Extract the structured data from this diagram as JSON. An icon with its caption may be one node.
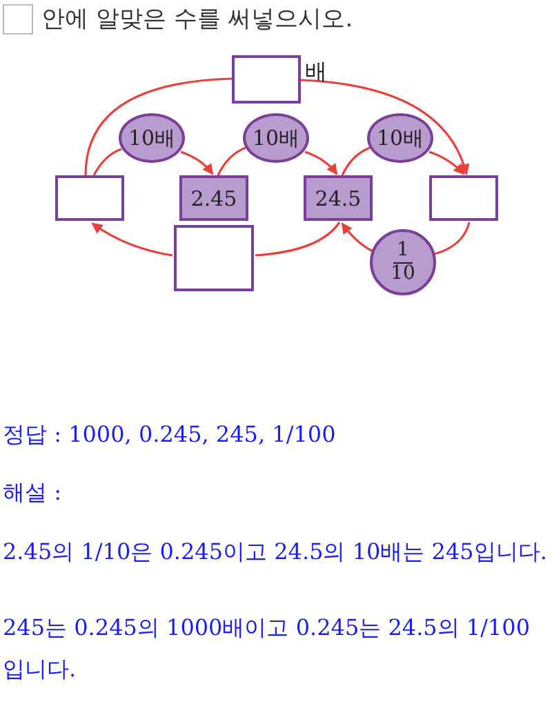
{
  "diagram": {
    "title": "안에 알맞은 수를 써넣으시오.",
    "nodes": [
      {
        "text": [],
        "shape": "box",
        "beside": [
          "배"
        ]
      },
      {
        "text": [],
        "shape": "box"
      },
      {
        "text": [
          "10배"
        ]
      },
      {
        "text": [
          "2.45"
        ]
      },
      {
        "text": [
          "10배"
        ]
      },
      {
        "text": [
          "24.5"
        ]
      },
      {
        "text": [
          "10배"
        ]
      },
      {
        "text": [],
        "shape": "box"
      },
      {
        "text": [],
        "shape": "box"
      },
      {
        "text": [
          "1",
          "10"
        ]
      }
    ],
    "edges": [
      {
        "from": 1,
        "to": 0,
        "arrow": "none"
      },
      {
        "from": 0,
        "to": 7,
        "arrow": "to"
      },
      {
        "from": 1,
        "to": 2,
        "arrow": "none"
      },
      {
        "from": 2,
        "to": 3,
        "arrow": "to"
      },
      {
        "from": 3,
        "to": 4,
        "arrow": "none"
      },
      {
        "from": 4,
        "to": 5,
        "arrow": "to"
      },
      {
        "from": 5,
        "to": 6,
        "arrow": "none"
      },
      {
        "from": 6,
        "to": 7,
        "arrow": "to"
      },
      {
        "from": 5,
        "to": 8,
        "arrow": "none"
      },
      {
        "from": 8,
        "to": 1,
        "arrow": "to"
      },
      {
        "from": 7,
        "to": 9,
        "arrow": "none"
      },
      {
        "from": 9,
        "to": 5,
        "arrow": "to"
      }
    ],
    "labels": [
      "정답 : 1000, 0.245, 245, 1/100",
      "해설 :",
      "2.45의 1/10은 0.245이고 24.5의 10배는 245입니다.",
      "245는 0.245의 1000배이고 0.245는 24.5의 1/100입니다."
    ]
  }
}
